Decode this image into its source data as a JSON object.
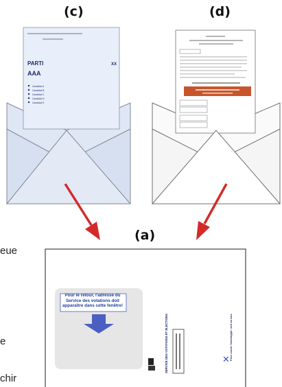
{
  "panels": {
    "c": {
      "label": "(c)"
    },
    "d": {
      "label": "(d)"
    },
    "a": {
      "label": "(a)"
    }
  },
  "ballot_c": {
    "party_label": "PARTI",
    "party_name": "AAA",
    "list_number": "XX",
    "candidates": [
      "Candidat A",
      "Candidat B",
      "Candidat C",
      "Candidat D",
      "Candidat E"
    ]
  },
  "return_envelope": {
    "window_instruction": "Pour le retour, l'adresse du Service des votations doit apparaître dans cette fenêtre!",
    "sender": "SERVICE DES VOTATIONS ET ÉLECTIONS",
    "barcode_label": "",
    "seal_text": "Pour ouvrir l'enveloppe: voir au dos."
  },
  "cropped_text": [
    "eue",
    "e",
    "chir"
  ],
  "colors": {
    "arrow": "#d42a2a",
    "envelope_c_fill": "#dfe7f5",
    "window_fill": "#e6e6e6",
    "window_arrow": "#4a5fc1",
    "ballot_header": "#c8552a"
  }
}
